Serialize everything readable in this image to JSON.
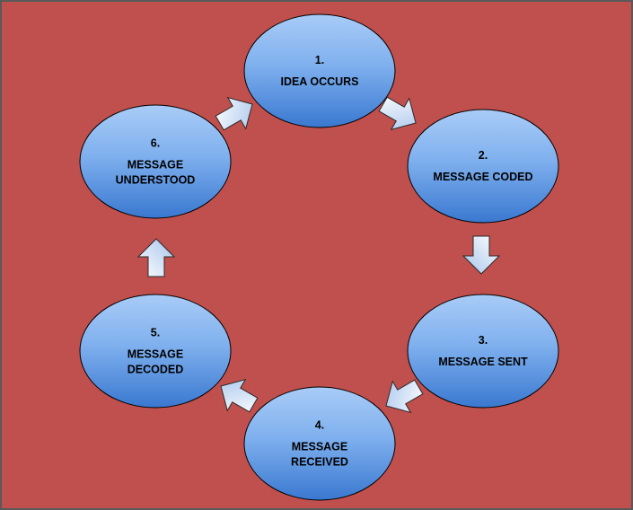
{
  "colors": {
    "background": "#c0504d",
    "border": "#595959",
    "node_top": "#a9ccf7",
    "node_bottom": "#3a78d0",
    "node_stroke": "#000000",
    "arrow_top": "#ffffff",
    "arrow_bottom": "#a6c4ec",
    "arrow_stroke": "#2a2a2a"
  },
  "nodes": [
    {
      "number": "1.",
      "lines": [
        "IDEA OCCURS"
      ]
    },
    {
      "number": "2.",
      "lines": [
        "MESSAGE CODED"
      ]
    },
    {
      "number": "3.",
      "lines": [
        "MESSAGE SENT"
      ]
    },
    {
      "number": "4.",
      "lines": [
        "MESSAGE",
        "RECEIVED"
      ]
    },
    {
      "number": "5.",
      "lines": [
        "MESSAGE",
        "DECODED"
      ]
    },
    {
      "number": "6.",
      "lines": [
        "MESSAGE",
        "UNDERSTOOD"
      ]
    }
  ],
  "arrows": [
    {
      "from": 0,
      "to": 1
    },
    {
      "from": 1,
      "to": 2
    },
    {
      "from": 2,
      "to": 3
    },
    {
      "from": 3,
      "to": 4
    },
    {
      "from": 4,
      "to": 5
    },
    {
      "from": 5,
      "to": 0
    }
  ]
}
